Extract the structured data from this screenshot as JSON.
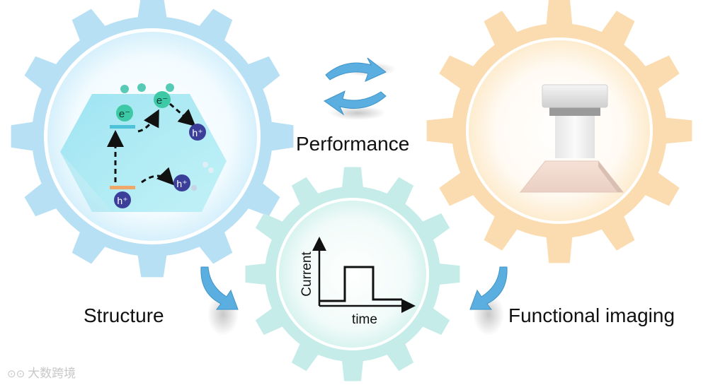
{
  "labels": {
    "performance": "Performance",
    "structure": "Structure",
    "functional_imaging": "Functional imaging"
  },
  "structure_gear": {
    "electron_1": "e⁻",
    "electron_2": "e⁻",
    "hole_1": "h⁺",
    "hole_2": "h⁺",
    "hole_3": "h⁺"
  },
  "plot": {
    "ylabel": "Current",
    "xlabel": "time"
  },
  "watermark": "大数跨境",
  "colors": {
    "gear_blue": "#b8e0f4",
    "gear_teal": "#c5ece8",
    "gear_orange": "#fbdcb0",
    "electron": "#3dc9a6",
    "hole": "#3b3f9a",
    "arrow_blue": "#5aaee0"
  }
}
